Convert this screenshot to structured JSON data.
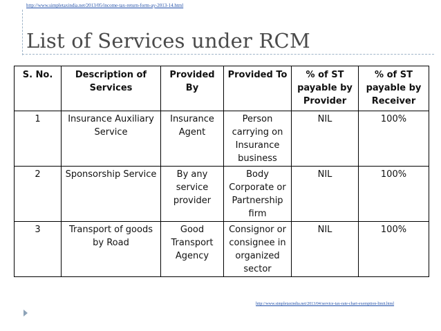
{
  "top_link": "http://www.simpletaxindia.net/2013/05/income-tax-return-form-ay-2013-14.html",
  "title": "List of Services under RCM",
  "table": {
    "headers": [
      "S. No.",
      "Description of Services",
      "Provided By",
      "Provided To",
      "% of ST payable by Provider",
      "% of ST payable by Receiver"
    ],
    "rows": [
      [
        "1",
        "Insurance Auxiliary Service",
        "Insurance Agent",
        "Person carrying on Insurance business",
        "NIL",
        "100%"
      ],
      [
        "2",
        "Sponsorship Service",
        "By  any service provider",
        "Body Corporate or Partnership firm",
        "NIL",
        "100%"
      ],
      [
        "3",
        "Transport of goods by Road",
        "Good Transport Agency",
        "Consignor or consignee in organized sector",
        "NIL",
        "100%"
      ]
    ]
  },
  "bottom_link": "http://www.simpletaxindia.net/2013/04/service-tax-rate-chart-exemption-limit.html"
}
